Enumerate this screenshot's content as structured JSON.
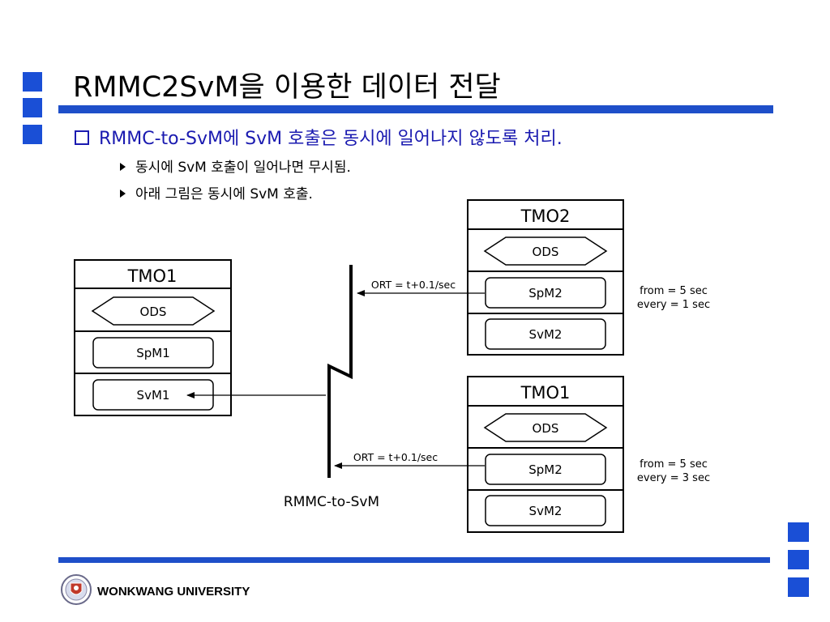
{
  "title": "RMMC2SvM을 이용한 데이터 전달",
  "bullet_main": "RMMC-to-SvM에 SvM 호출은 동시에 일어나지 않도록 처리.",
  "sub_bullets": [
    "동시에 SvM 호출이 일어나면 무시됨.",
    "아래 그림은 동시에 SvM 호출."
  ],
  "diagram": {
    "tmo_left": {
      "name": "TMO1",
      "ods": "ODS",
      "spm": "SpM1",
      "svm": "SvM1"
    },
    "tmo_right_top": {
      "name": "TMO2",
      "ods": "ODS",
      "spm": "SpM2",
      "svm": "SvM2",
      "timing_from": "from = 5 sec",
      "timing_every": "every = 1 sec"
    },
    "tmo_right_bottom": {
      "name": "TMO1",
      "ods": "ODS",
      "spm": "SpM2",
      "svm": "SvM2",
      "timing_from": "from = 5 sec",
      "timing_every": "every = 3 sec"
    },
    "ort_top": "ORT = t+0.1/sec",
    "ort_bottom": "ORT = t+0.1/sec",
    "channel_label": "RMMC-to-SvM"
  },
  "footer": {
    "university": "WONKWANG UNIVERSITY"
  },
  "colors": {
    "accent": "#1a4fd6",
    "bullet_text": "#1a1ab0"
  }
}
